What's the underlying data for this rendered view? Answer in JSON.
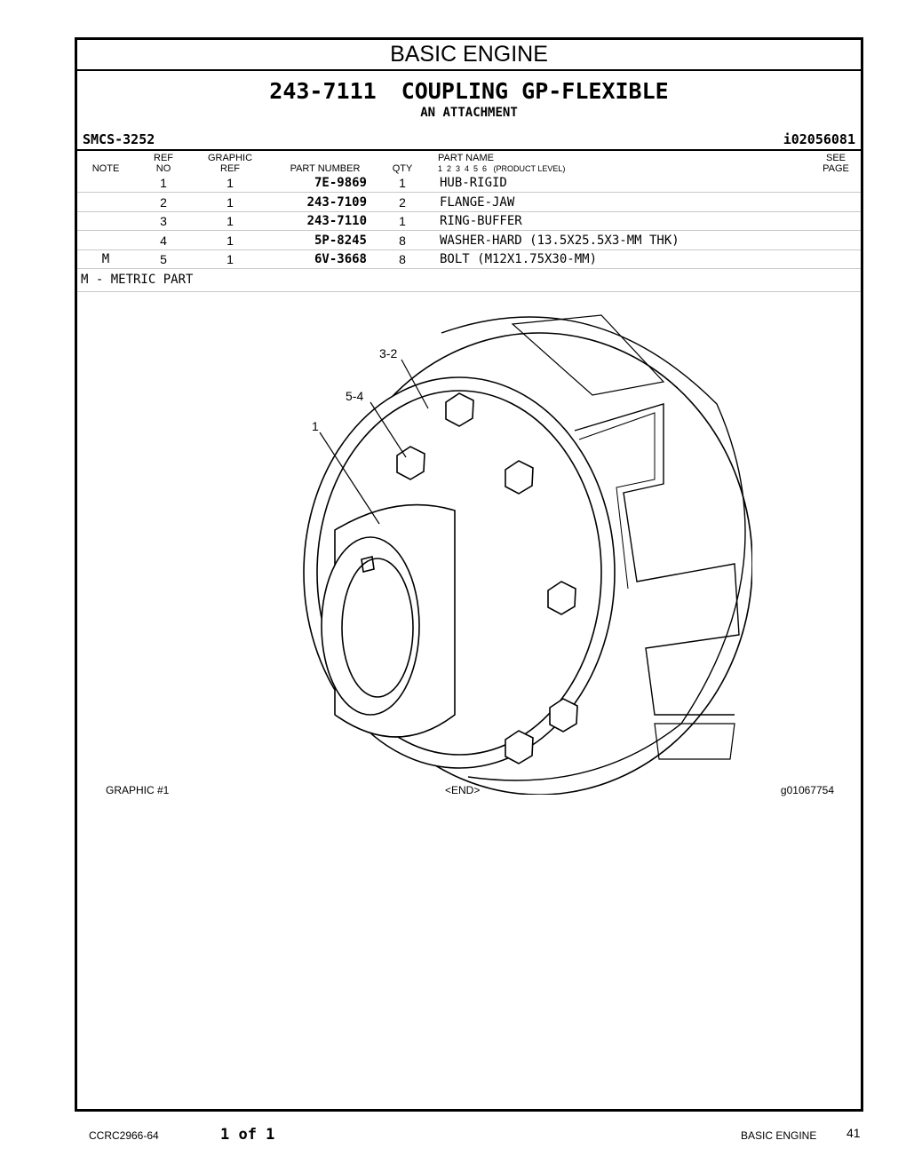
{
  "section": "BASIC ENGINE",
  "title": {
    "part_number": "243-7111",
    "name": "COUPLING GP-FLEXIBLE",
    "subtitle": "AN ATTACHMENT"
  },
  "smcs": "SMCS-3252",
  "doc_id": "i02056081",
  "headers": {
    "note": "NOTE",
    "ref_no": [
      "REF",
      "NO"
    ],
    "graphic_ref": [
      "GRAPHIC",
      "REF"
    ],
    "part_number": "PART NUMBER",
    "qty": "QTY",
    "part_name": [
      "PART NAME",
      "1  2  3  4  5  6   (PRODUCT LEVEL)"
    ],
    "see_page": [
      "SEE",
      "PAGE"
    ]
  },
  "parts": [
    {
      "note": "",
      "ref": "1",
      "graphic": "1",
      "part_number": "7E-9869",
      "qty": "1",
      "name": "HUB-RIGID"
    },
    {
      "note": "",
      "ref": "2",
      "graphic": "1",
      "part_number": "243-7109",
      "qty": "2",
      "name": "FLANGE-JAW"
    },
    {
      "note": "",
      "ref": "3",
      "graphic": "1",
      "part_number": "243-7110",
      "qty": "1",
      "name": "RING-BUFFER"
    },
    {
      "note": "",
      "ref": "4",
      "graphic": "1",
      "part_number": "5P-8245",
      "qty": "8",
      "name": "WASHER-HARD (13.5X25.5X3-MM THK)"
    },
    {
      "note": "M",
      "ref": "5",
      "graphic": "1",
      "part_number": "6V-3668",
      "qty": "8",
      "name": "BOLT (M12X1.75X30-MM)"
    }
  ],
  "metric_note": "M - METRIC PART",
  "callouts": {
    "c1": "3-2",
    "c2": "5-4",
    "c3": "1"
  },
  "captions": {
    "graphic": "GRAPHIC #1",
    "end": "<END>",
    "graphic_id": "g01067754"
  },
  "footer": {
    "doc": "CCRC2966-64",
    "page_of": "1 of 1",
    "section": "BASIC ENGINE",
    "page": "41"
  }
}
